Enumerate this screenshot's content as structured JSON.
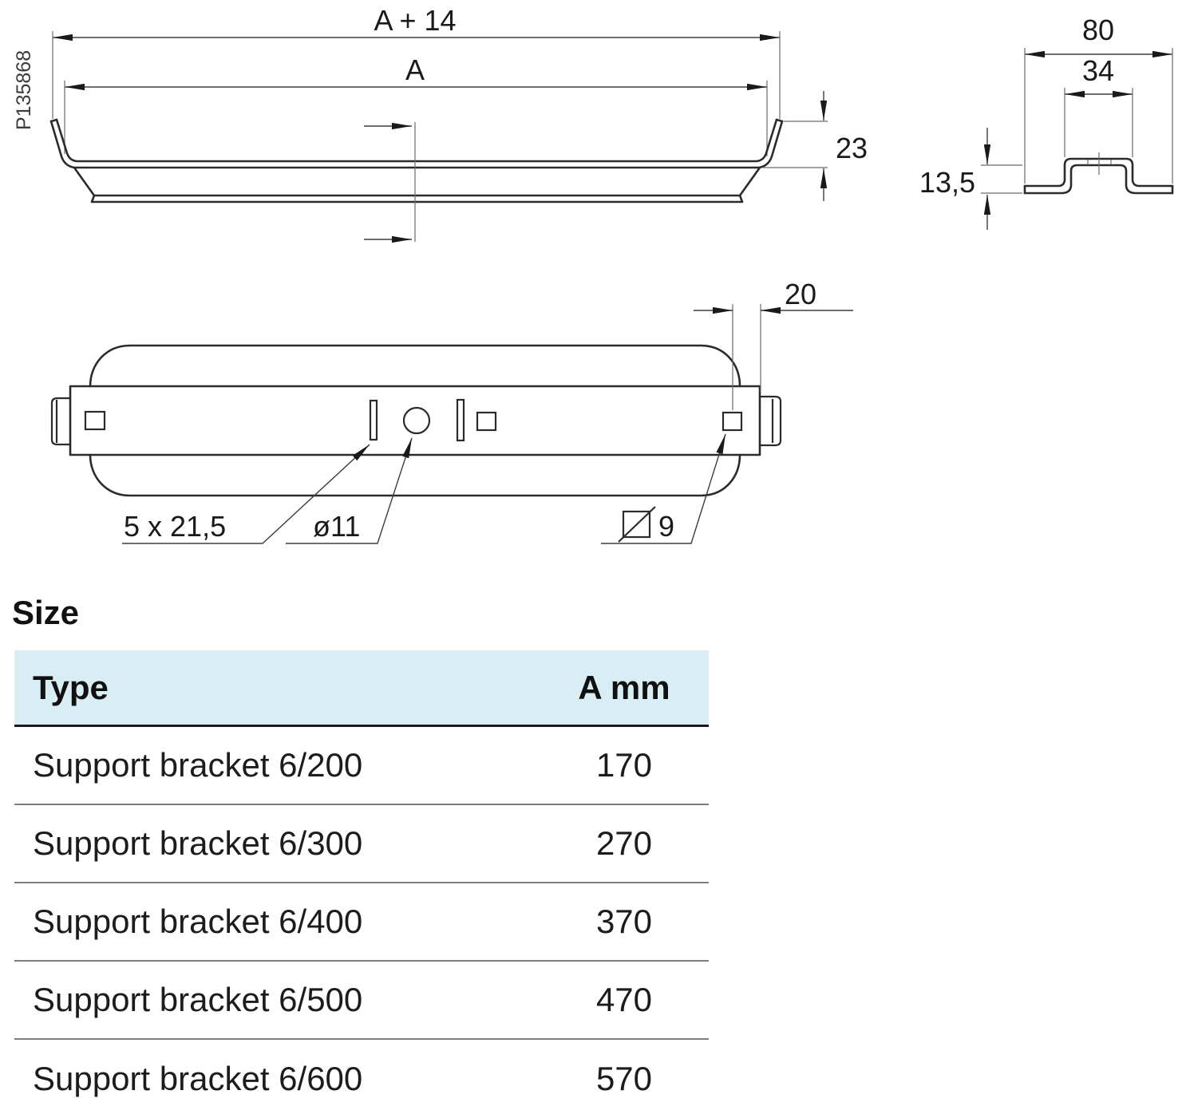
{
  "drawing": {
    "part_label": "P135868",
    "side_view": {
      "dim_overall_length": "A + 14",
      "dim_length_a": "A",
      "dim_end_height": "23"
    },
    "end_view": {
      "dim_overall_width": "80",
      "dim_center_width": "34",
      "dim_profile_height": "13,5"
    },
    "plan_view": {
      "dim_hole_offset": "20",
      "dim_slot": "5 x 21,5",
      "dim_round_hole": "ø11",
      "dim_square_hole": "9"
    }
  },
  "size_section": {
    "heading": "Size",
    "columns": [
      "Type",
      "A mm"
    ],
    "rows": [
      {
        "type": "Support bracket 6/200",
        "a_mm": "170"
      },
      {
        "type": "Support bracket 6/300",
        "a_mm": "270"
      },
      {
        "type": "Support bracket 6/400",
        "a_mm": "370"
      },
      {
        "type": "Support bracket 6/500",
        "a_mm": "470"
      },
      {
        "type": "Support bracket 6/600",
        "a_mm": "570"
      }
    ]
  },
  "colors": {
    "line": "#2b2b2b",
    "dim_line": "#3d3d3d",
    "table_header_bg": "#d9edf4",
    "header_rule": "#1a1a1a",
    "row_rule": "#7e7e7e"
  }
}
